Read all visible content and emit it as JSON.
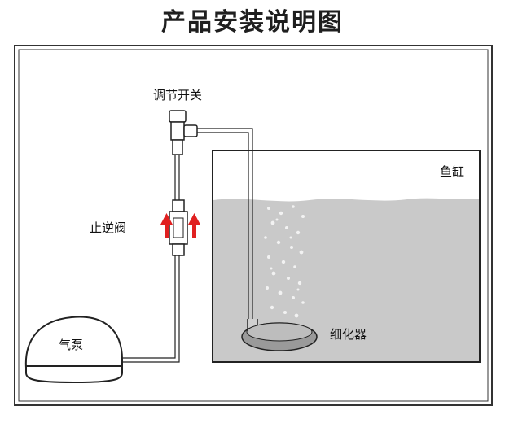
{
  "title": "产品安装说明图",
  "labels": {
    "switch": "调节开关",
    "tank": "鱼缸",
    "check_valve": "止逆阀",
    "diffuser": "细化器",
    "pump": "气泵"
  },
  "colors": {
    "frame": "#333333",
    "water": "#c9c9c9",
    "arrow": "#e02020",
    "outline": "#222222"
  }
}
